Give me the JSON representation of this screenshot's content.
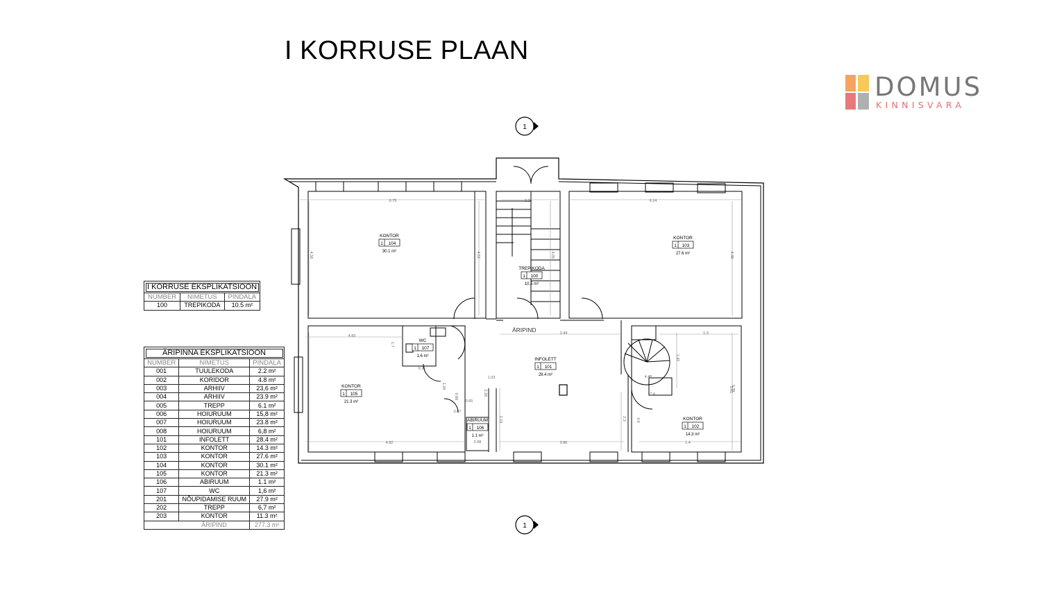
{
  "title": "I KORRUSE PLAAN",
  "logo": {
    "word": "DOMUS",
    "sub": "KINNISVARA",
    "colors": {
      "orange": "#f4a460",
      "yellow": "#f8c85a",
      "red": "#e8787a",
      "pink": "#e36a6a",
      "gray": "#b0b0b0"
    }
  },
  "floor_table": {
    "caption": "I KORRUSE EKSPLIKATSIOON",
    "headers": [
      "NUMBER",
      "NIMETUS",
      "PINDALA"
    ],
    "rows": [
      {
        "number": "100",
        "name": "TREPIKODA",
        "area": "10.5 m²"
      }
    ]
  },
  "business_table": {
    "caption": "ÄRIPINNA EKSPLIKATSIOON",
    "headers": [
      "NUMBER",
      "NIMETUS",
      "PINDALA"
    ],
    "rows": [
      {
        "number": "001",
        "name": "TUULEKODA",
        "area": "2.2 m²"
      },
      {
        "number": "002",
        "name": "KORIDOR",
        "area": "4.8 m²"
      },
      {
        "number": "003",
        "name": "ARHIIV",
        "area": "23,6 m²"
      },
      {
        "number": "004",
        "name": "ARHIIV",
        "area": "23.9 m²"
      },
      {
        "number": "005",
        "name": "TREPP",
        "area": "6.1 m²"
      },
      {
        "number": "006",
        "name": "HOIURUUM",
        "area": "15,8 m²"
      },
      {
        "number": "007",
        "name": "HOIURUUM",
        "area": "23.8 m²"
      },
      {
        "number": "008",
        "name": "HOIURUUM",
        "area": "6,8 m²"
      },
      {
        "number": "101",
        "name": "INFOLETT",
        "area": "28.4 m²"
      },
      {
        "number": "102",
        "name": "KONTOR",
        "area": "14.3 m²"
      },
      {
        "number": "103",
        "name": "KONTOR",
        "area": "27.6 m²"
      },
      {
        "number": "104",
        "name": "KONTOR",
        "area": "30.1 m²"
      },
      {
        "number": "105",
        "name": "KONTOR",
        "area": "21.3 m²"
      },
      {
        "number": "106",
        "name": "ABIRUUM",
        "area": "1.1 m²"
      },
      {
        "number": "107",
        "name": "WC",
        "area": "1,6 m²"
      },
      {
        "number": "201",
        "name": "NÕUPIDAMISE RUUM",
        "area": "27.9 m²"
      },
      {
        "number": "202",
        "name": "TREPP",
        "area": "6,7 m²"
      },
      {
        "number": "203",
        "name": "KONTOR",
        "area": "11.3 m²"
      }
    ],
    "footer": {
      "name": "ÄRIPIND",
      "area": "277.3 m²"
    }
  },
  "section_markers": [
    "1",
    "1"
  ],
  "rooms": [
    {
      "id": "r104",
      "name": "KONTOR",
      "floor": "1",
      "number": "104",
      "area": "30.1 m²"
    },
    {
      "id": "r103",
      "name": "KONTOR",
      "floor": "1",
      "number": "103",
      "area": "27.6 m²"
    },
    {
      "id": "r100",
      "name": "TREPIKODA",
      "floor": "1",
      "number": "100",
      "area": "10.5 m²"
    },
    {
      "id": "r101",
      "name": "INFOLETT",
      "floor": "1",
      "number": "101",
      "area": "28.4 m²"
    },
    {
      "id": "r107",
      "name": "WC",
      "floor": "1",
      "number": "107",
      "area": "1.6 m²"
    },
    {
      "id": "r105",
      "name": "KONTOR",
      "floor": "1",
      "number": "105",
      "area": "21.3 m²"
    },
    {
      "id": "r106",
      "name": "ABIRUUM",
      "floor": "1",
      "number": "106",
      "area": "1.1 m²"
    },
    {
      "id": "r102",
      "name": "KONTOR",
      "floor": "1",
      "number": "102",
      "area": "14.3 m²"
    }
  ],
  "area_label": "ÄRIPIND",
  "dimensions": [
    "6.75",
    "2.26",
    "6.14",
    "4.56",
    "4.51",
    "4.05",
    "4.48",
    "3.39",
    "4.83",
    "2.44",
    "1.3",
    "1.7",
    "0.31",
    "1.03",
    "1.34",
    "0.65",
    "0.66",
    "0.87",
    "0.98",
    "2.26",
    "2.19",
    "1.42",
    "2.4",
    "2.3",
    "4.6",
    "5.61",
    "4.82",
    "3.86",
    "1.4",
    "4.48"
  ]
}
